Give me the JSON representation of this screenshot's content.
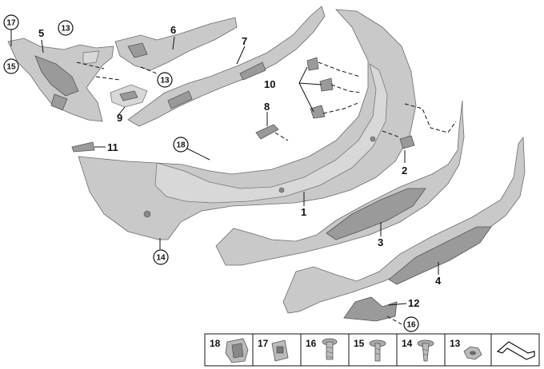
{
  "callouts": {
    "c1": "1",
    "c2": "2",
    "c3": "3",
    "c4": "4",
    "c5": "5",
    "c6": "6",
    "c7": "7",
    "c8": "8",
    "c9": "9",
    "c10": "10",
    "c11": "11",
    "c12": "12"
  },
  "circled": {
    "c13a": "13",
    "c13b": "13",
    "c14": "14",
    "c15": "15",
    "c16": "16",
    "c17": "17",
    "c18": "18"
  },
  "legend": {
    "items": [
      {
        "num": "18"
      },
      {
        "num": "17"
      },
      {
        "num": "16"
      },
      {
        "num": "15"
      },
      {
        "num": "14"
      },
      {
        "num": "13"
      },
      {
        "num": ""
      }
    ]
  }
}
